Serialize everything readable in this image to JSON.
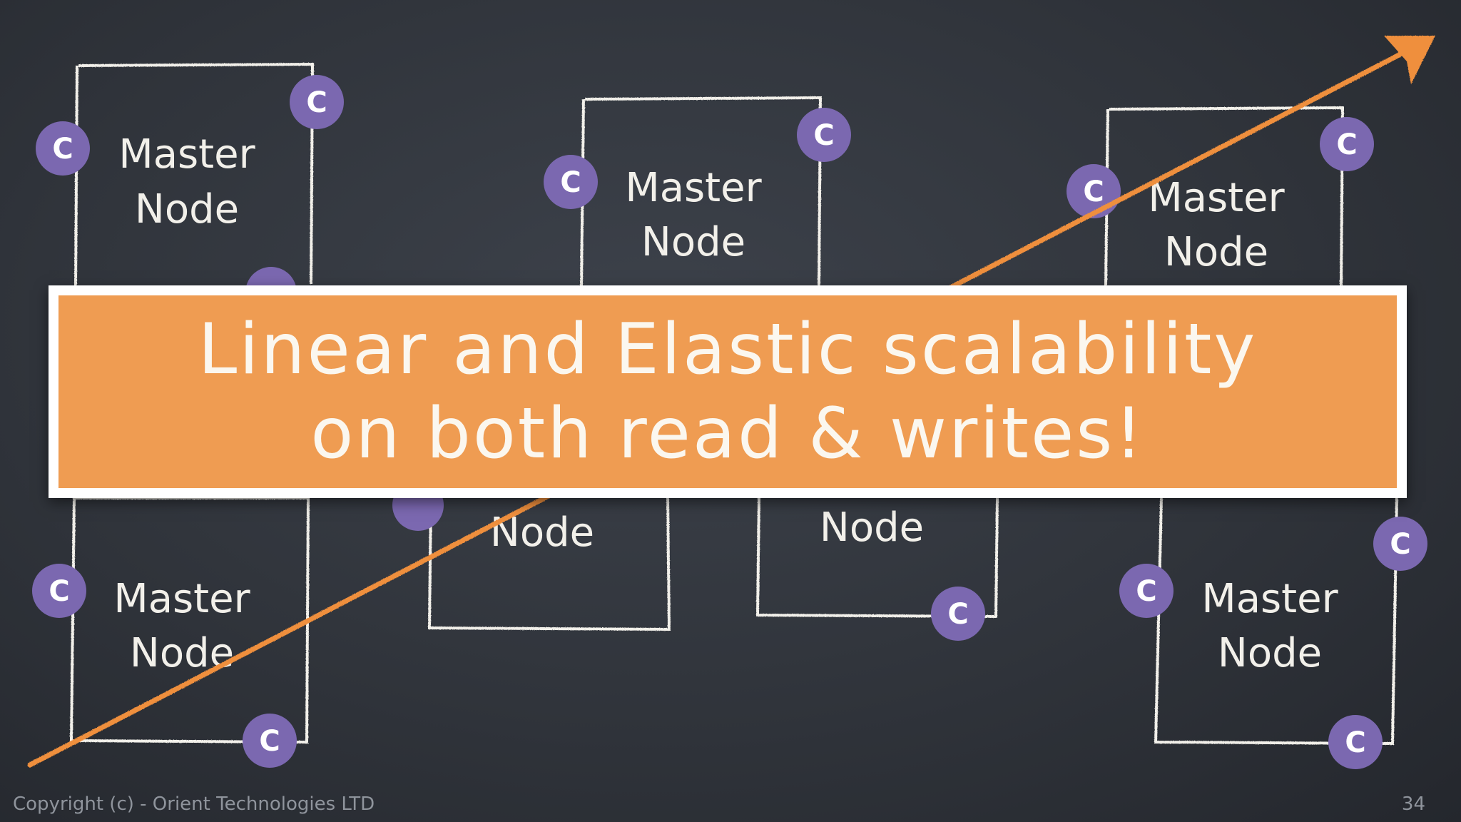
{
  "nodes": [
    {
      "line1": "Master",
      "line2": "Node"
    },
    {
      "line1": "Master",
      "line2": "Node"
    },
    {
      "line1": "Master",
      "line2": "Node"
    },
    {
      "line1": "Master",
      "line2": "Node"
    },
    {
      "line2": "Node"
    },
    {
      "line2": "Node"
    },
    {
      "line1": "Master",
      "line2": "Node"
    }
  ],
  "badge_label": "C",
  "banner": {
    "line1": "Linear and Elastic scalability",
    "line2": "on both read & writes!"
  },
  "footer": {
    "copyright": "Copyright (c) - Orient Technologies LTD",
    "page_number": "34"
  },
  "colors": {
    "background": "#30343b",
    "chalk": "#f2f0ea",
    "badge": "#7b68b0",
    "arrow": "#ef8f3c",
    "banner": "#ef9c52"
  }
}
